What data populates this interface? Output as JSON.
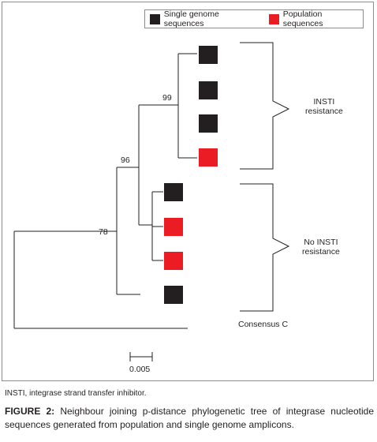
{
  "legend": {
    "items": [
      {
        "label": "Single genome sequences",
        "color": "#231f20"
      },
      {
        "label": "Population sequences",
        "color": "#ec1c24"
      }
    ]
  },
  "tree": {
    "bootstrap": [
      "99",
      "96",
      "78"
    ],
    "groups": [
      {
        "label_line1": "INSTI",
        "label_line2": "resistance"
      },
      {
        "label_line1": "No INSTI",
        "label_line2": "resistance"
      }
    ],
    "consensus_label": "Consensus C",
    "scale_label": "0.005",
    "taxa": [
      {
        "type": "single"
      },
      {
        "type": "single"
      },
      {
        "type": "single"
      },
      {
        "type": "population"
      },
      {
        "type": "single"
      },
      {
        "type": "population"
      },
      {
        "type": "population"
      },
      {
        "type": "single"
      }
    ]
  },
  "colors": {
    "single": "#231f20",
    "population": "#ec1c24",
    "line": "#231f20"
  },
  "caption": {
    "note": "INSTI, integrase strand transfer inhibitor.",
    "figure_label": "FIGURE 2:",
    "text": "Neighbour joining p-distance phylogenetic tree of integrase nucleotide sequences generated from population and single genome amplicons."
  }
}
